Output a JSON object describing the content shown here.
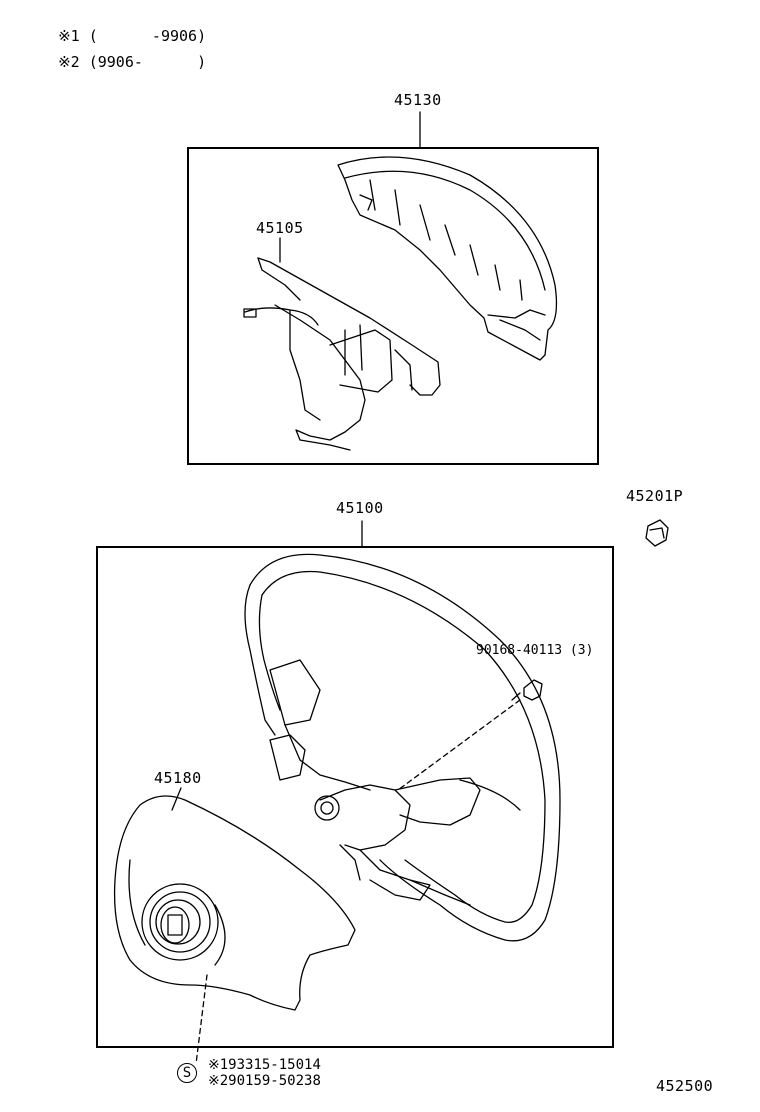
{
  "legend": [
    {
      "mark": "※1",
      "range": "(      -9906)"
    },
    {
      "mark": "※2",
      "range": "(9906-      )"
    }
  ],
  "parts": {
    "p45130": "45130",
    "p45105": "45105",
    "p45100": "45100",
    "p45201P": "45201P",
    "p90168": "90168-40113 (3)",
    "p45180": "45180"
  },
  "footnotes": {
    "symbol": "S",
    "line1": "※193315-15014",
    "line2": "※290159-50238"
  },
  "figure_number": "452500"
}
